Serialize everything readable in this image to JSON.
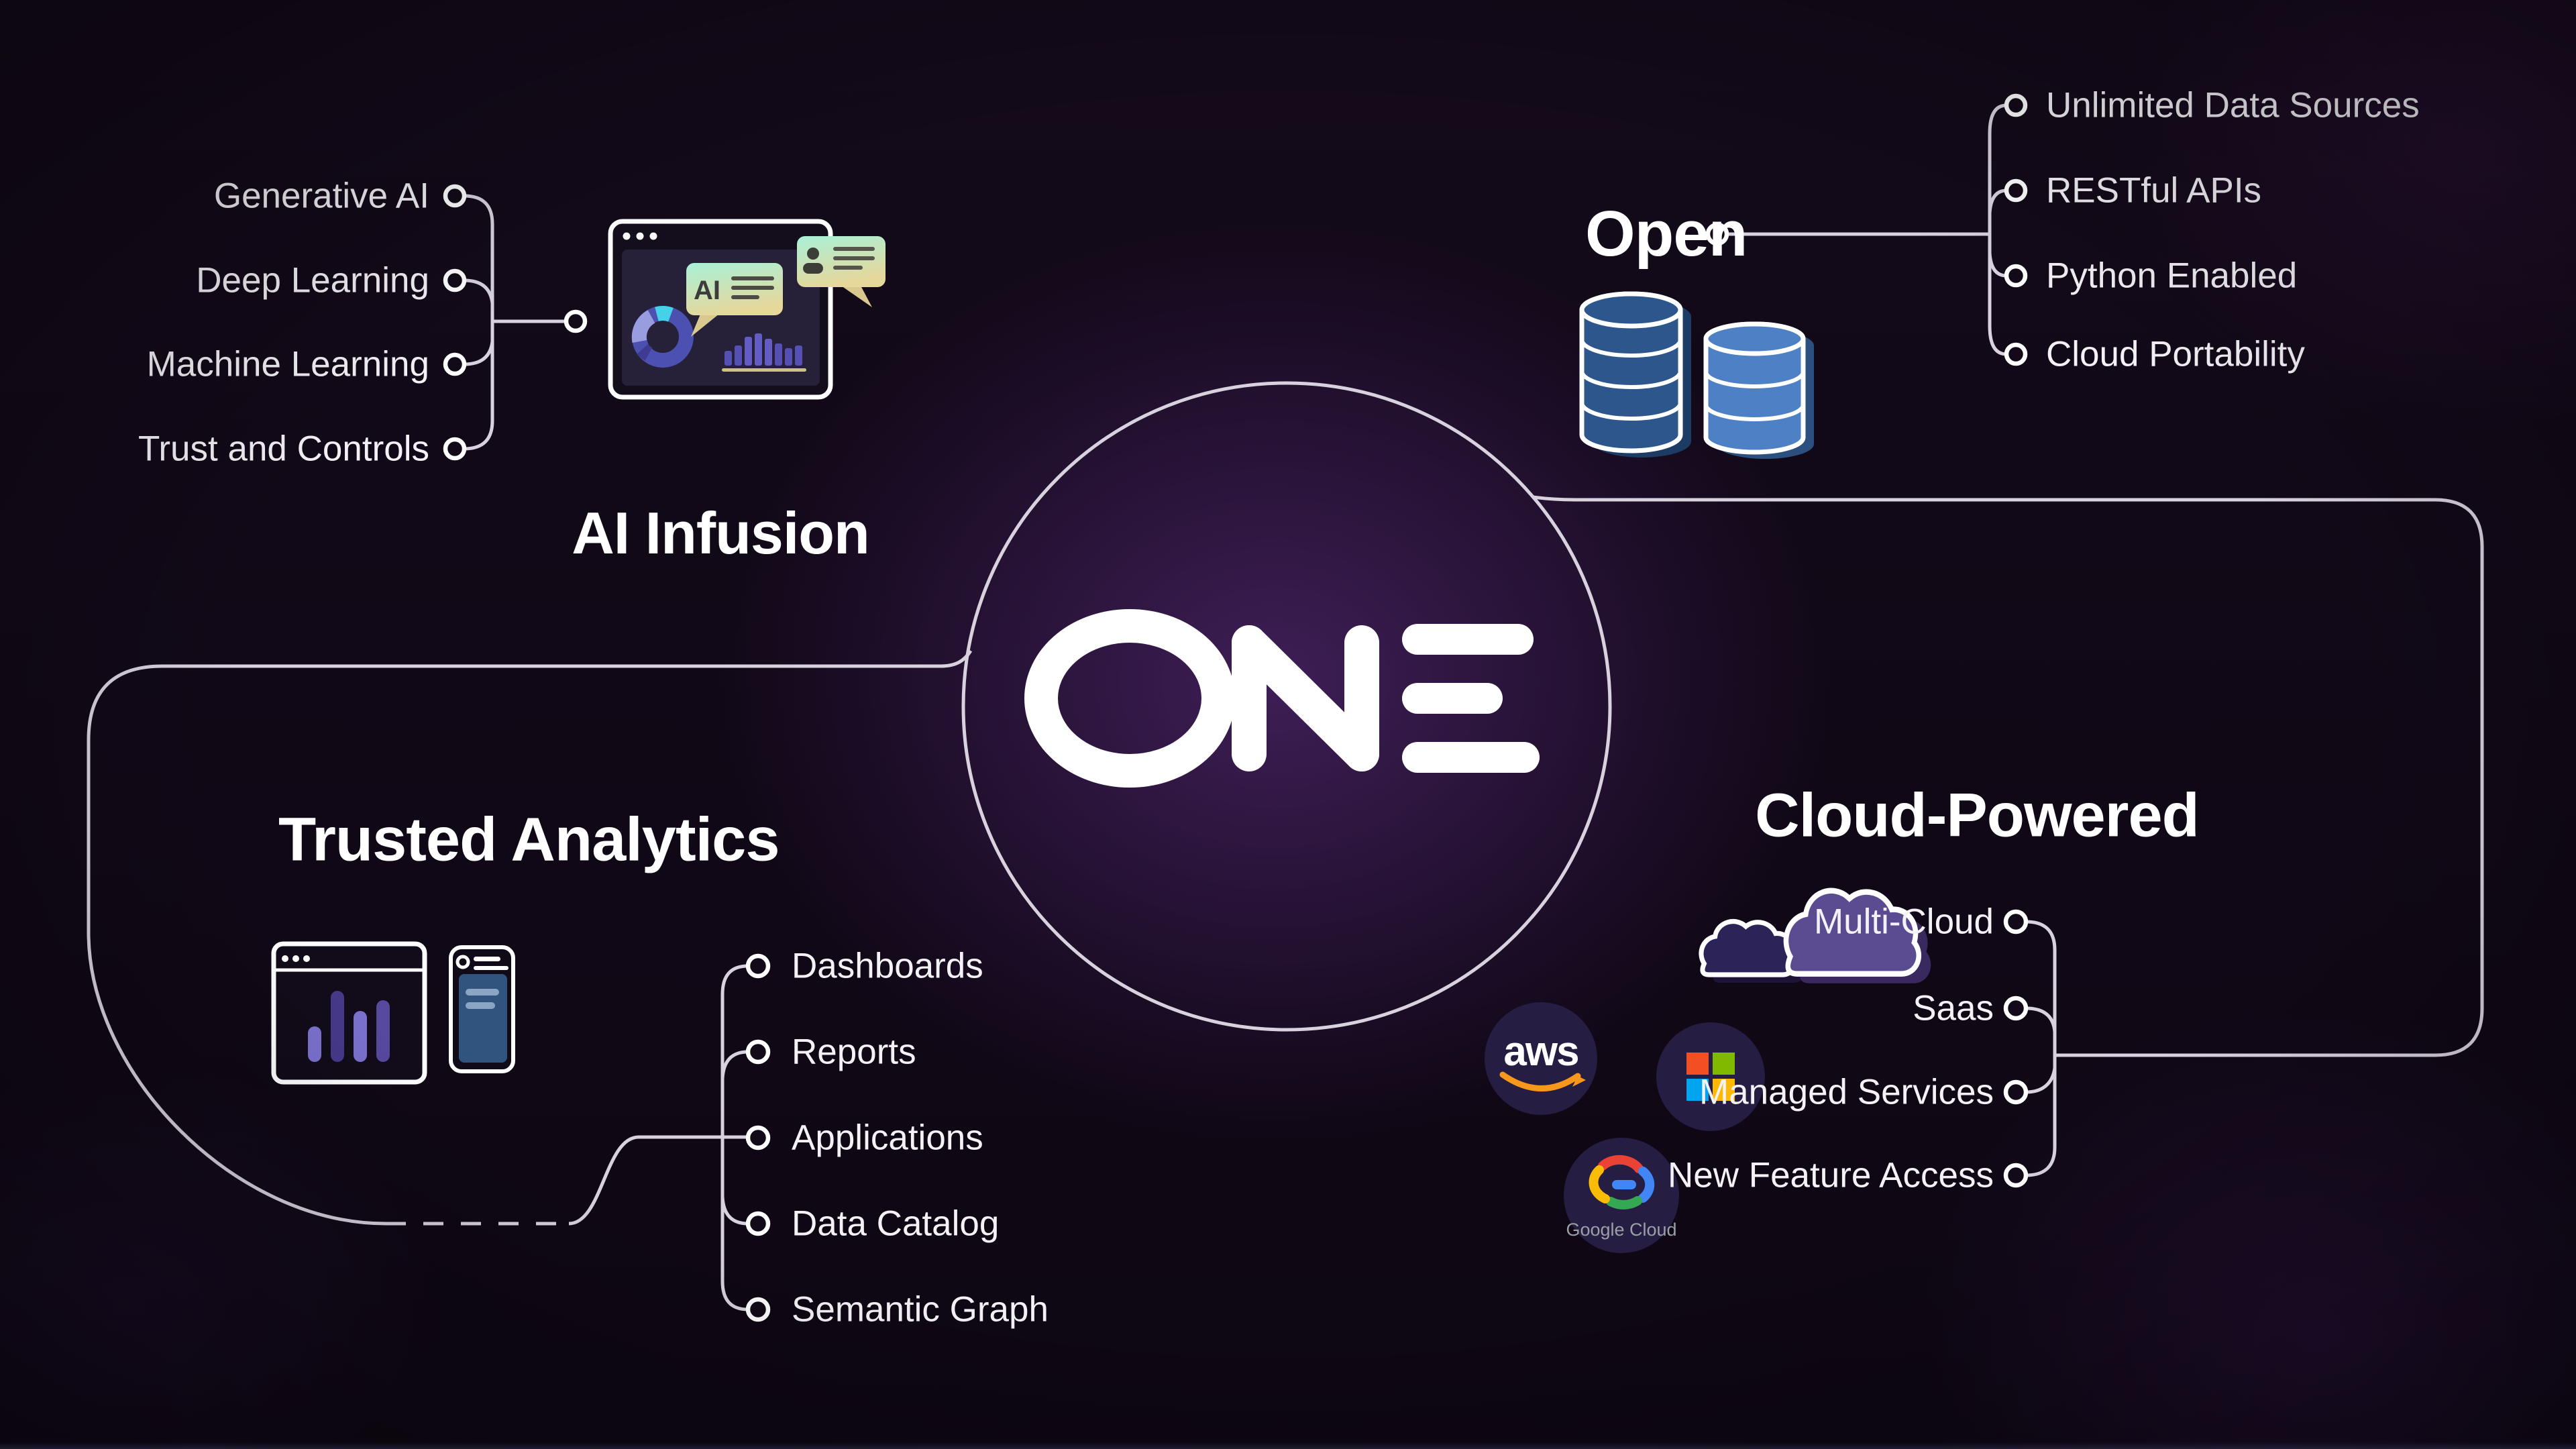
{
  "logo": {
    "text": "ONE"
  },
  "sections": {
    "ai_infusion": {
      "title": "AI Infusion",
      "items": [
        "Generative AI",
        "Deep Learning",
        "Machine Learning",
        "Trust and Controls"
      ]
    },
    "open": {
      "title": "Open",
      "items": [
        "Unlimited Data Sources",
        "RESTful APIs",
        "Python Enabled",
        "Cloud Portability"
      ]
    },
    "trusted_analytics": {
      "title": "Trusted Analytics",
      "items": [
        "Dashboards",
        "Reports",
        "Applications",
        "Data Catalog",
        "Semantic Graph"
      ]
    },
    "cloud_powered": {
      "title": "Cloud-Powered",
      "items": [
        "Multi-Cloud",
        "Saas",
        "Managed Services",
        "New Feature Access"
      ]
    }
  },
  "icons": {
    "ai_bubble_label": "AI",
    "aws_label": "aws",
    "google_cloud_label": "Google Cloud"
  },
  "colors": {
    "background": "#120a18",
    "center_glow": "#6c3496",
    "line": "#d8d2de",
    "text": "#ffffff",
    "db_dark_blue": "#2c568c",
    "db_light_blue": "#4d80c4",
    "bar_purple": "#5550b4",
    "cloud_dark": "#2c2358",
    "cloud_light": "#5b4b91",
    "bubble_mint": "#a9f1d8",
    "bubble_yellow": "#e6d79b",
    "donut_indigo": "#4c50b0",
    "donut_cyan": "#45d2e8",
    "aws_orange": "#f7981d",
    "ms_red": "#f25022",
    "ms_green": "#7fba00",
    "ms_blue": "#00a4ef",
    "ms_yellow": "#ffb900",
    "google_gray": "#9aa0a6"
  }
}
